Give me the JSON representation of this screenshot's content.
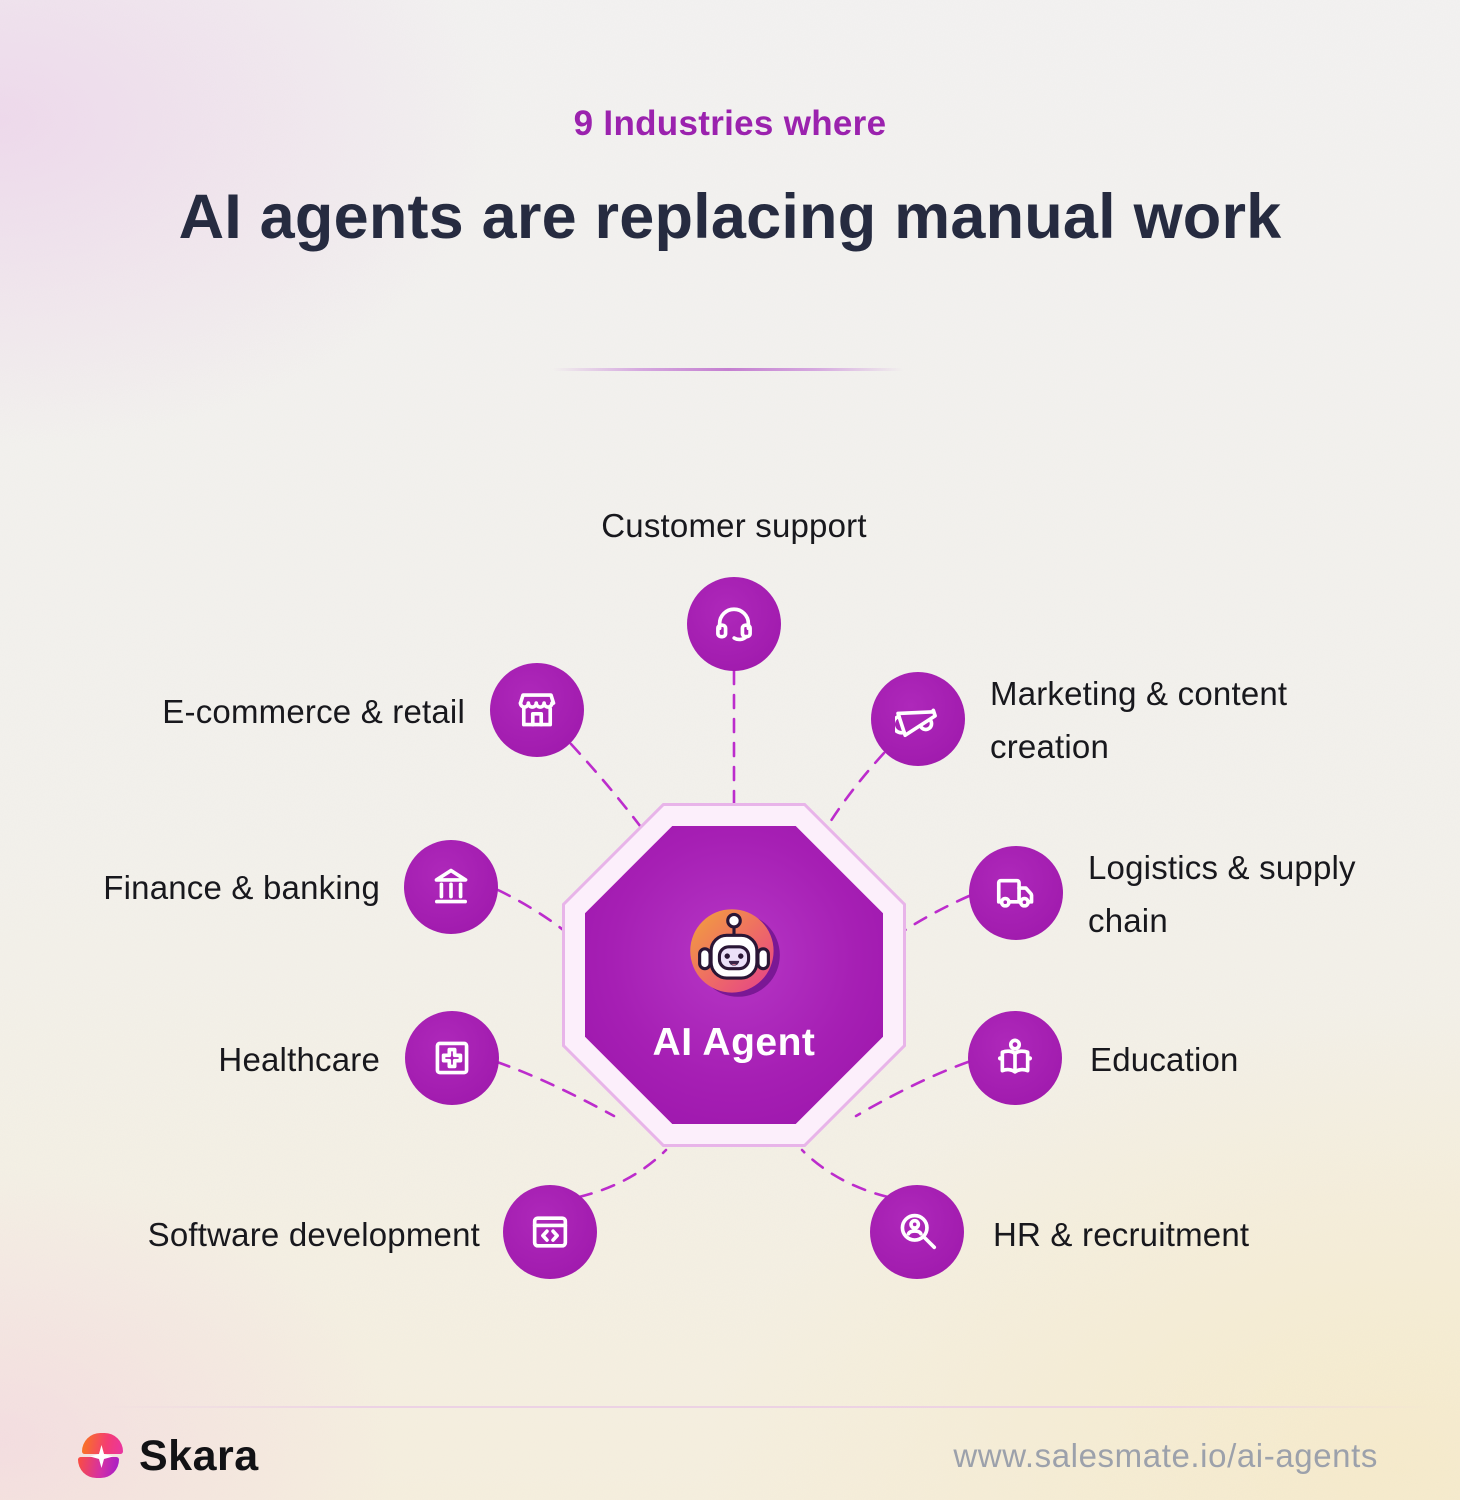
{
  "header": {
    "subtitle": "9 Industries where",
    "title": "AI agents are replacing manual work"
  },
  "hub": {
    "label": "AI Agent",
    "icon": "robot-face-icon"
  },
  "industries": [
    {
      "id": "customer-support",
      "label": "Customer support",
      "icon": "headset-icon"
    },
    {
      "id": "ecommerce-retail",
      "label": "E-commerce & retail",
      "icon": "storefront-icon"
    },
    {
      "id": "marketing-content",
      "label": "Marketing & content creation",
      "icon": "megaphone-icon"
    },
    {
      "id": "finance-banking",
      "label": "Finance & banking",
      "icon": "bank-icon"
    },
    {
      "id": "logistics-supply",
      "label": "Logistics & supply chain",
      "icon": "truck-icon"
    },
    {
      "id": "healthcare",
      "label": "Healthcare",
      "icon": "medical-cross-icon"
    },
    {
      "id": "education",
      "label": "Education",
      "icon": "person-reading-icon"
    },
    {
      "id": "software-development",
      "label": "Software development",
      "icon": "code-window-icon"
    },
    {
      "id": "hr-recruitment",
      "label": "HR & recruitment",
      "icon": "magnifier-person-icon"
    }
  ],
  "footer": {
    "brand": "Skara",
    "url": "www.salesmate.io/ai-agents"
  },
  "colors": {
    "accent_purple": "#A21CAF",
    "subtitle_purple": "#9B22AE",
    "title_navy": "#262B40",
    "dash_magenta": "#BC2CCC",
    "octagon_ring": "#FCEFFB",
    "label_dark": "#18181D",
    "url_gray": "#9CA1AB",
    "background_top": "#F3F2F1",
    "background_bottom": "#F6EFDE"
  }
}
